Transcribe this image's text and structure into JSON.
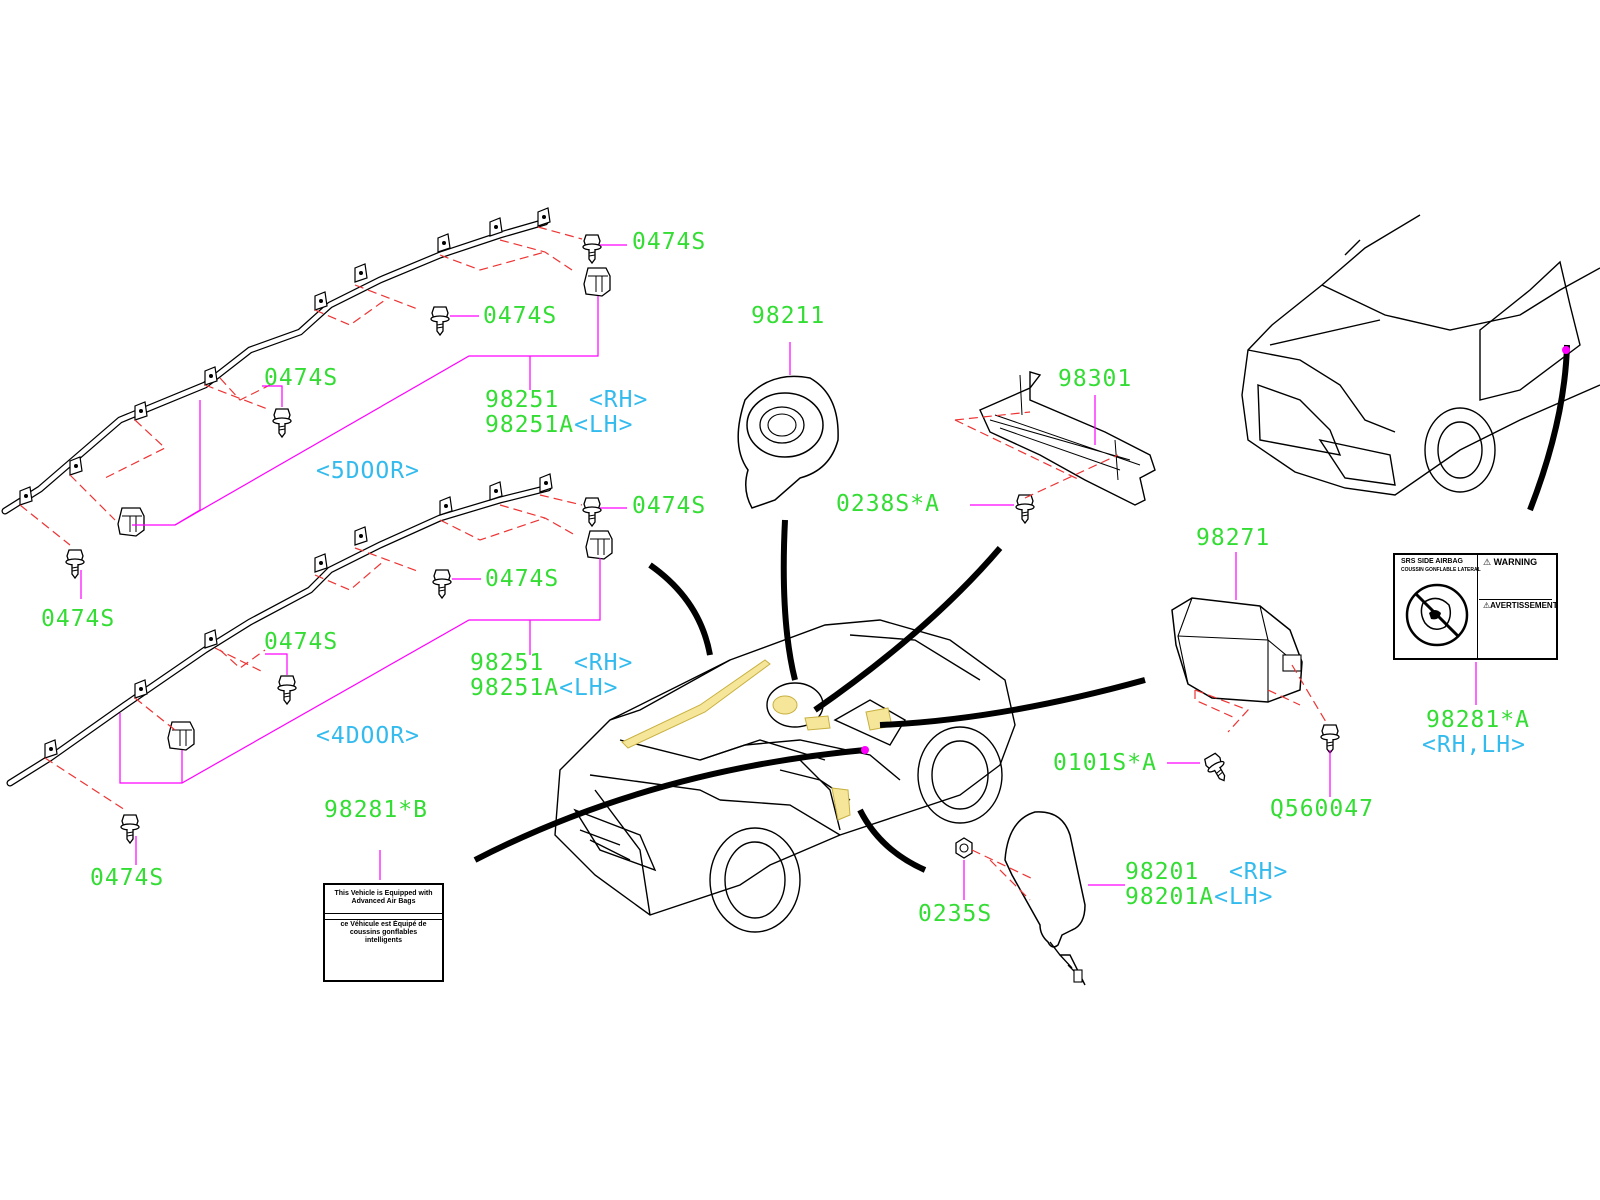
{
  "colors": {
    "part_number": "#33dd33",
    "side_indicator": "#33bbee",
    "leader_line": "#ff00ff",
    "dashed_guide": "#ee3333",
    "airbag_highlight": "#f5e69a",
    "outline": "#000000"
  },
  "groups": {
    "five_door": "<5DOOR>",
    "four_door": "<4DOOR>"
  },
  "labels": {
    "curtain_5d_bolt_top": "0474S",
    "curtain_5d_bolt_mid": "0474S",
    "curtain_5d_bolt_center": "0474S",
    "curtain_5d_bolt_bottom": "0474S",
    "curtain_5d_part": "98251",
    "curtain_5d_part_rh": "<RH>",
    "curtain_5d_part_alt": "98251A",
    "curtain_5d_part_lh": "<LH>",
    "curtain_4d_bolt_top": "0474S",
    "curtain_4d_bolt_mid": "0474S",
    "curtain_4d_bolt_center": "0474S",
    "curtain_4d_bolt_bottom": "0474S",
    "curtain_4d_part": "98251",
    "curtain_4d_part_rh": "<RH>",
    "curtain_4d_part_alt": "98251A",
    "curtain_4d_part_lh": "<LH>",
    "steering_airbag": "98211",
    "knee_airbag": "98301",
    "knee_airbag_nut": "0238S*A",
    "passenger_airbag": "98271",
    "passenger_airbag_bolt": "0101S*A",
    "passenger_airbag_clip": "Q560047",
    "seat_airbag": "98201",
    "seat_airbag_rh": "<RH>",
    "seat_airbag_alt": "98201A",
    "seat_airbag_lh": "<LH>",
    "seat_airbag_nut": "0235S",
    "caution_label_b": "98281*B",
    "caution_label_a": "98281*A",
    "caution_label_a_side": "<RH,LH>"
  },
  "label_card_b": {
    "line1": "This Vehicle is Equipped with Advanced Air Bags",
    "line2": "ce Véhicule est Équipé de coussins gonflables intelligents"
  },
  "label_card_a": {
    "title": "SRS SIDE AIRBAG",
    "subtitle": "COUSSIN GONFLABLE LATERAL",
    "warning": "WARNING",
    "warning_fr": "AVERTISSEMENT"
  }
}
